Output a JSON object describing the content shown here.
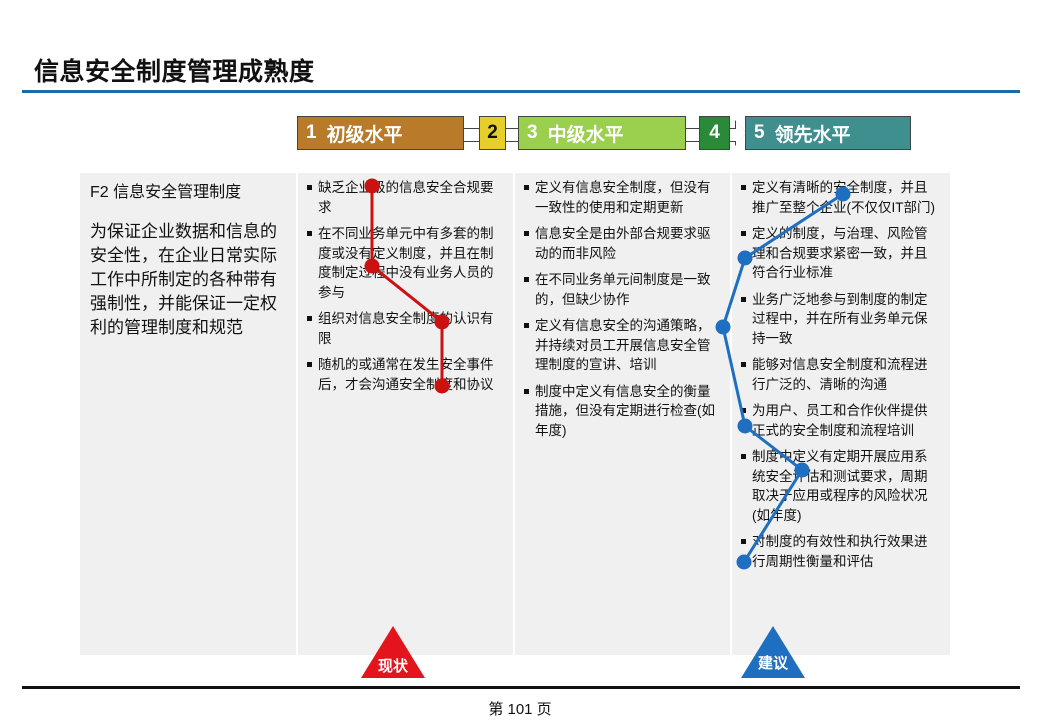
{
  "title": "信息安全制度管理成熟度",
  "levels": [
    {
      "num": "1",
      "label": "初级水平",
      "color": "#b97b2a"
    },
    {
      "num": "2",
      "label": "",
      "color": "#e6cf2a"
    },
    {
      "num": "3",
      "label": "中级水平",
      "color": "#9bd04f"
    },
    {
      "num": "4",
      "label": "",
      "color": "#2a8a3a"
    },
    {
      "num": "5",
      "label": "领先水平",
      "color": "#3f8f8f"
    }
  ],
  "left": {
    "heading": "F2 信息安全管理制度",
    "description": "为保证企业数据和信息的安全性，在企业日常实际工作中所制定的各种带有强制性，并能保证一定权利的管理制度和规范"
  },
  "columns": [
    {
      "items": [
        "缺乏企业级的信息安全合规要求",
        "在不同业务单元中有多套的制度或没有定义制度，并且在制度制定过程中没有业务人员的参与",
        "组织对信息安全制度的认识有限",
        "随机的或通常在发生安全事件后，才会沟通安全制度和协议"
      ]
    },
    {
      "items": [
        "定义有信息安全制度，但没有一致性的使用和定期更新",
        "信息安全是由外部合规要求驱动的而非风险",
        "在不同业务单元间制度是一致的，但缺少协作",
        "定义有信息安全的沟通策略，并持续对员工开展信息安全管理制度的宣讲、培训",
        "制度中定义有信息安全的衡量措施，但没有定期进行检查(如年度)"
      ]
    },
    {
      "items": [
        "定义有清晰的安全制度，并且推广至整个企业(不仅仅IT部门)",
        "定义的制度，与治理、风险管理和合规要求紧密一致，并且符合行业标准",
        "业务广泛地参与到制度的制定过程中，并在所有业务单元保持一致",
        "能够对信息安全制度和流程进行广泛的、清晰的沟通",
        "为用户、员工和合作伙伴提供正式的安全制度和流程培训",
        "制度中定义有定期开展应用系统安全评估和测试要求，周期取决于应用或程序的风险状况(如年度)",
        "对制度的有效性和执行效果进行周期性衡量和评估"
      ]
    }
  ],
  "markers": {
    "current": {
      "label": "现状",
      "color": "#cc1111"
    },
    "recommended": {
      "label": "建议",
      "color": "#1e6fc1"
    }
  },
  "page": "第 101 页"
}
